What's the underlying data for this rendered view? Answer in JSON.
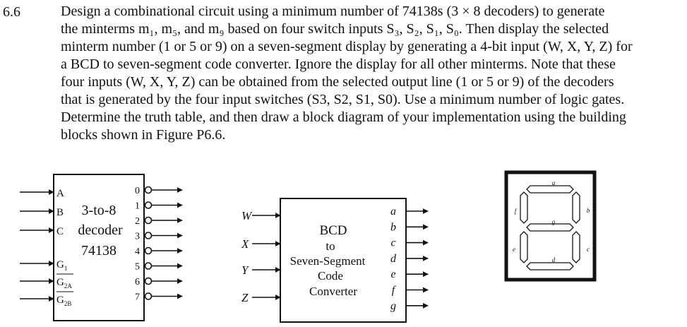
{
  "problem": {
    "number": "6.6",
    "lines": [
      "Design a combinational circuit using a minimum number of 74138s (3 × 8 decoders) to generate",
      "the minterms m₁, m₅, and m₉ based on four switch inputs S₃, S₂, S₁, S₀. Then display the selected",
      "minterm number (1 or 5 or 9) on a seven-segment display by generating a 4-bit input (W, X, Y, Z) for",
      "a BCD to seven-segment code converter. Ignore the display for all other minterms. Note that these",
      "four inputs (W, X, Y, Z) can be obtained from the selected output line (1 or 5 or 9) of the decoders",
      "that is generated by the four input switches (S3, S2, S1, S0). Use a minimum number of logic gates.",
      "Determine the truth table, and then draw a block diagram of your implementation using the building",
      "blocks shown in Figure P6.6."
    ]
  },
  "figure": {
    "decoder": {
      "title_lines": [
        "3-to-8",
        "decoder",
        "74138"
      ],
      "inputs": [
        "A",
        "B",
        "C",
        "G1",
        "G2A",
        "G2B"
      ],
      "outputs": [
        "0",
        "1",
        "2",
        "3",
        "4",
        "5",
        "6",
        "7"
      ]
    },
    "converter": {
      "title_lines": [
        "BCD",
        "to",
        "Seven-Segment",
        "Code",
        "Converter"
      ],
      "inputs": [
        "W",
        "X",
        "Y",
        "Z"
      ],
      "outputs": [
        "a",
        "b",
        "c",
        "d",
        "e",
        "f",
        "g"
      ]
    },
    "display": {
      "segments": [
        "a",
        "b",
        "c",
        "d",
        "e",
        "f",
        "g"
      ]
    }
  }
}
